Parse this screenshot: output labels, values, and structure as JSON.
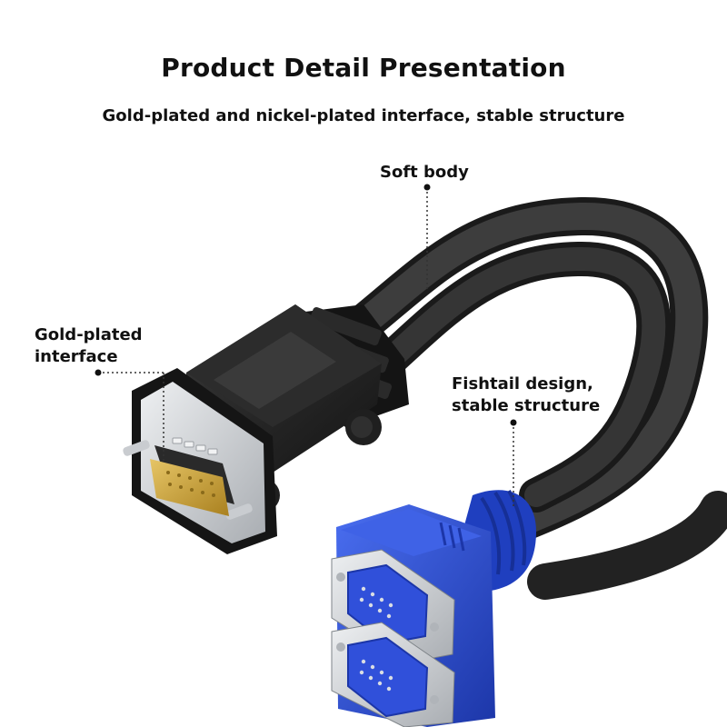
{
  "header": {
    "title": "Product Detail Presentation",
    "subtitle": "Gold-plated and nickel-plated interface, stable structure"
  },
  "callouts": {
    "soft_body": "Soft body",
    "gold_plated_line1": "Gold-plated",
    "gold_plated_line2": "interface",
    "fishtail_line1": "Fishtail design,",
    "fishtail_line2": "stable structure"
  },
  "colors": {
    "cable": "#2b2b2b",
    "dvi_body": "#1e1e1e",
    "gold_pins": "#c9a23a",
    "vga_blue": "#2a4fd0",
    "metal": "#c9ccd0"
  }
}
